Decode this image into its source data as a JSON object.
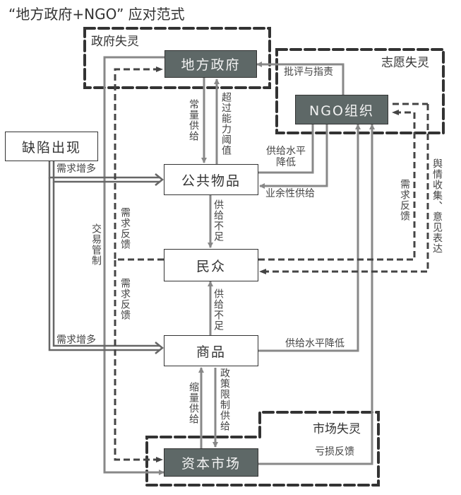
{
  "title": "“地方政府+NGO” 应对范式",
  "regions": {
    "government_failure": "政府失灵",
    "volunteer_failure": "志愿失灵",
    "market_failure": "市场失灵"
  },
  "nodes": {
    "local_government": "地方政府",
    "ngo": "NGO组织",
    "defect": "缺陷出现",
    "public_goods": "公共物品",
    "public": "民众",
    "commodities": "商品",
    "capital_market": "资本市场"
  },
  "edges": {
    "criticism": "批评与指责",
    "regular_supply": "常量供给",
    "exceed_capacity": "超过能力阈值",
    "supply_level_down_ngo": "供给水平降低",
    "amateur_supply": "业余性供给",
    "demand_increase_1": "需求增多",
    "demand_increase_2": "需求增多",
    "trade_control": "交易管制",
    "demand_feedback_gov_1": "需求反馈",
    "demand_feedback_gov_2": "需求反馈",
    "supply_shortage_1": "供给不足",
    "supply_shortage_2": "供给不足",
    "demand_feedback_ngo": "需求反馈",
    "public_opinion": "舆情收集、意见表达",
    "supply_level_down_market": "供给水平降低",
    "reduced_supply": "缩量供给",
    "policy_restriction": "政策限制供给",
    "loss_feedback": "亏损反馈"
  }
}
